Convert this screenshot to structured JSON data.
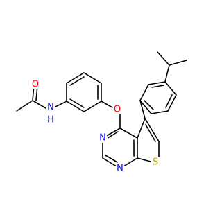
{
  "molecule": {
    "atoms": {
      "o_carbonyl": {
        "symbol": "O",
        "color": "#ff0000"
      },
      "n_amide": {
        "symbol": "N",
        "color": "#0000ff"
      },
      "h_amide": {
        "symbol": "H",
        "color": "#0000ff"
      },
      "o_ether": {
        "symbol": "O",
        "color": "#ff0000"
      },
      "n_ring_top": {
        "symbol": "N",
        "color": "#0000ff"
      },
      "n_ring_bottom": {
        "symbol": "N",
        "color": "#0000ff"
      },
      "s_thiophene": {
        "symbol": "S",
        "color": "#b2a400"
      }
    }
  }
}
